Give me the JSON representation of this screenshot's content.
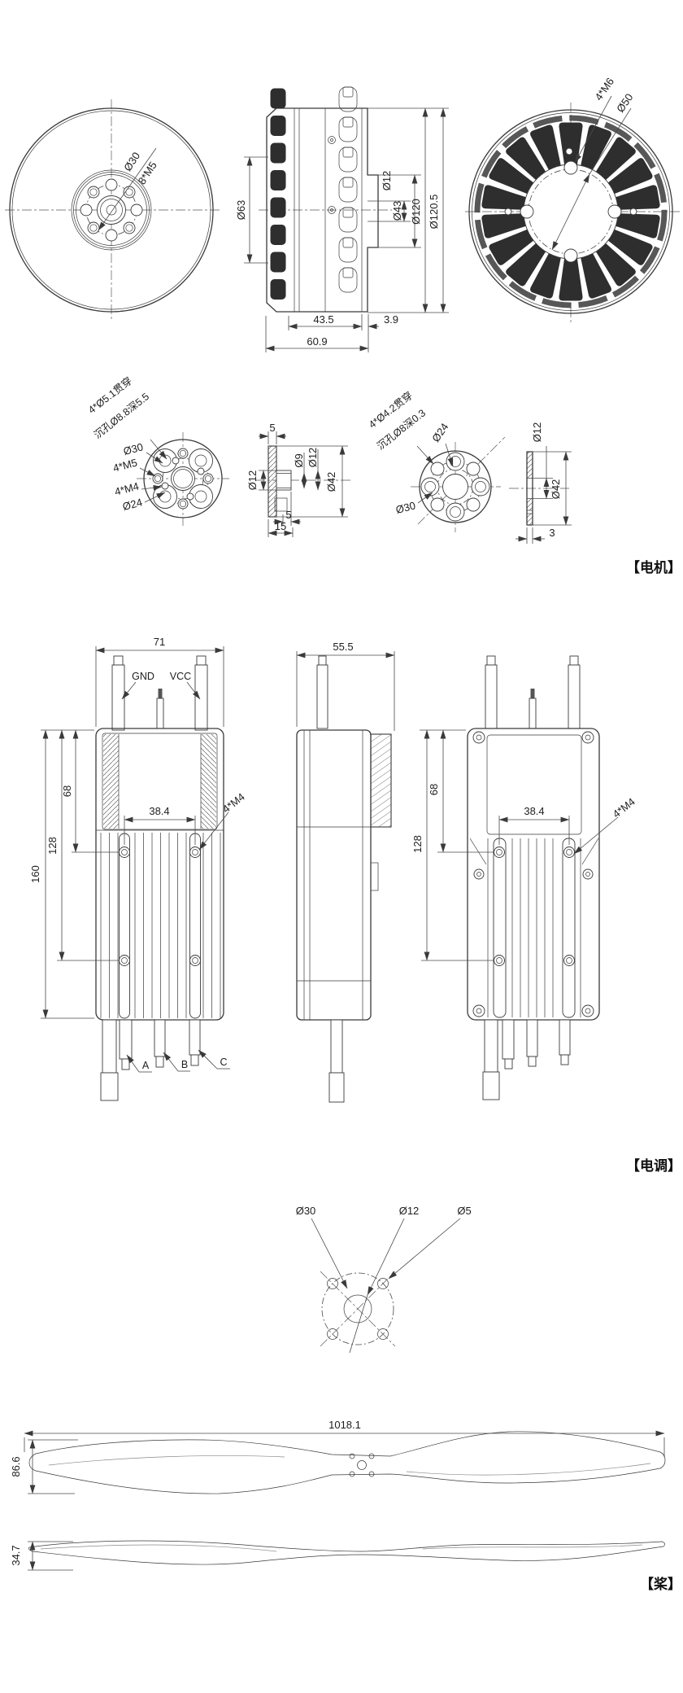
{
  "motor": {
    "label": "【电机】",
    "front": {
      "d30": "Ø30",
      "m5": "8*M5"
    },
    "side": {
      "d63": "Ø63",
      "d12": "Ø12",
      "d43": "Ø43",
      "d120": "Ø120",
      "d120_5": "Ø120.5",
      "len1": "43.5",
      "len2": "3.9",
      "len_total": "60.9"
    },
    "rear": {
      "m6": "4*M6",
      "d50": "Ø50"
    },
    "flange": {
      "note1": "4*Ø5.1贯穿",
      "note2": "沉孔Ø8.8深5.5",
      "d30": "Ø30",
      "m5": "4*M5",
      "m4": "4*M4",
      "d24": "Ø24"
    },
    "section": {
      "t5": "5",
      "d12l": "Ø12",
      "d9": "Ø9",
      "d12r": "Ø12",
      "d42": "Ø42",
      "s5": "5",
      "s15": "15"
    },
    "flange2": {
      "note1": "4*Ø4.2贯穿",
      "note2": "沉孔Ø8深0.3",
      "d24": "Ø24",
      "d30": "Ø30"
    },
    "washer": {
      "d12": "Ø12",
      "d42": "Ø42",
      "t3": "3"
    }
  },
  "esc": {
    "label": "【电调】",
    "front": {
      "w71": "71",
      "gnd": "GND",
      "vcc": "VCC",
      "h160": "160",
      "h128": "128",
      "h68": "68",
      "w38": "38.4",
      "m4": "4*M4",
      "a": "A",
      "b": "B",
      "c": "C"
    },
    "side": {
      "w55": "55.5"
    },
    "back": {
      "h68": "68",
      "h128": "128",
      "w38": "38.4",
      "m4": "4*M4"
    }
  },
  "prop": {
    "label": "【桨】",
    "hub": {
      "d30": "Ø30",
      "d12": "Ø12",
      "d5": "Ø5"
    },
    "top": {
      "len": "1018.1",
      "w": "86.6"
    },
    "side": {
      "h": "34.7"
    }
  }
}
